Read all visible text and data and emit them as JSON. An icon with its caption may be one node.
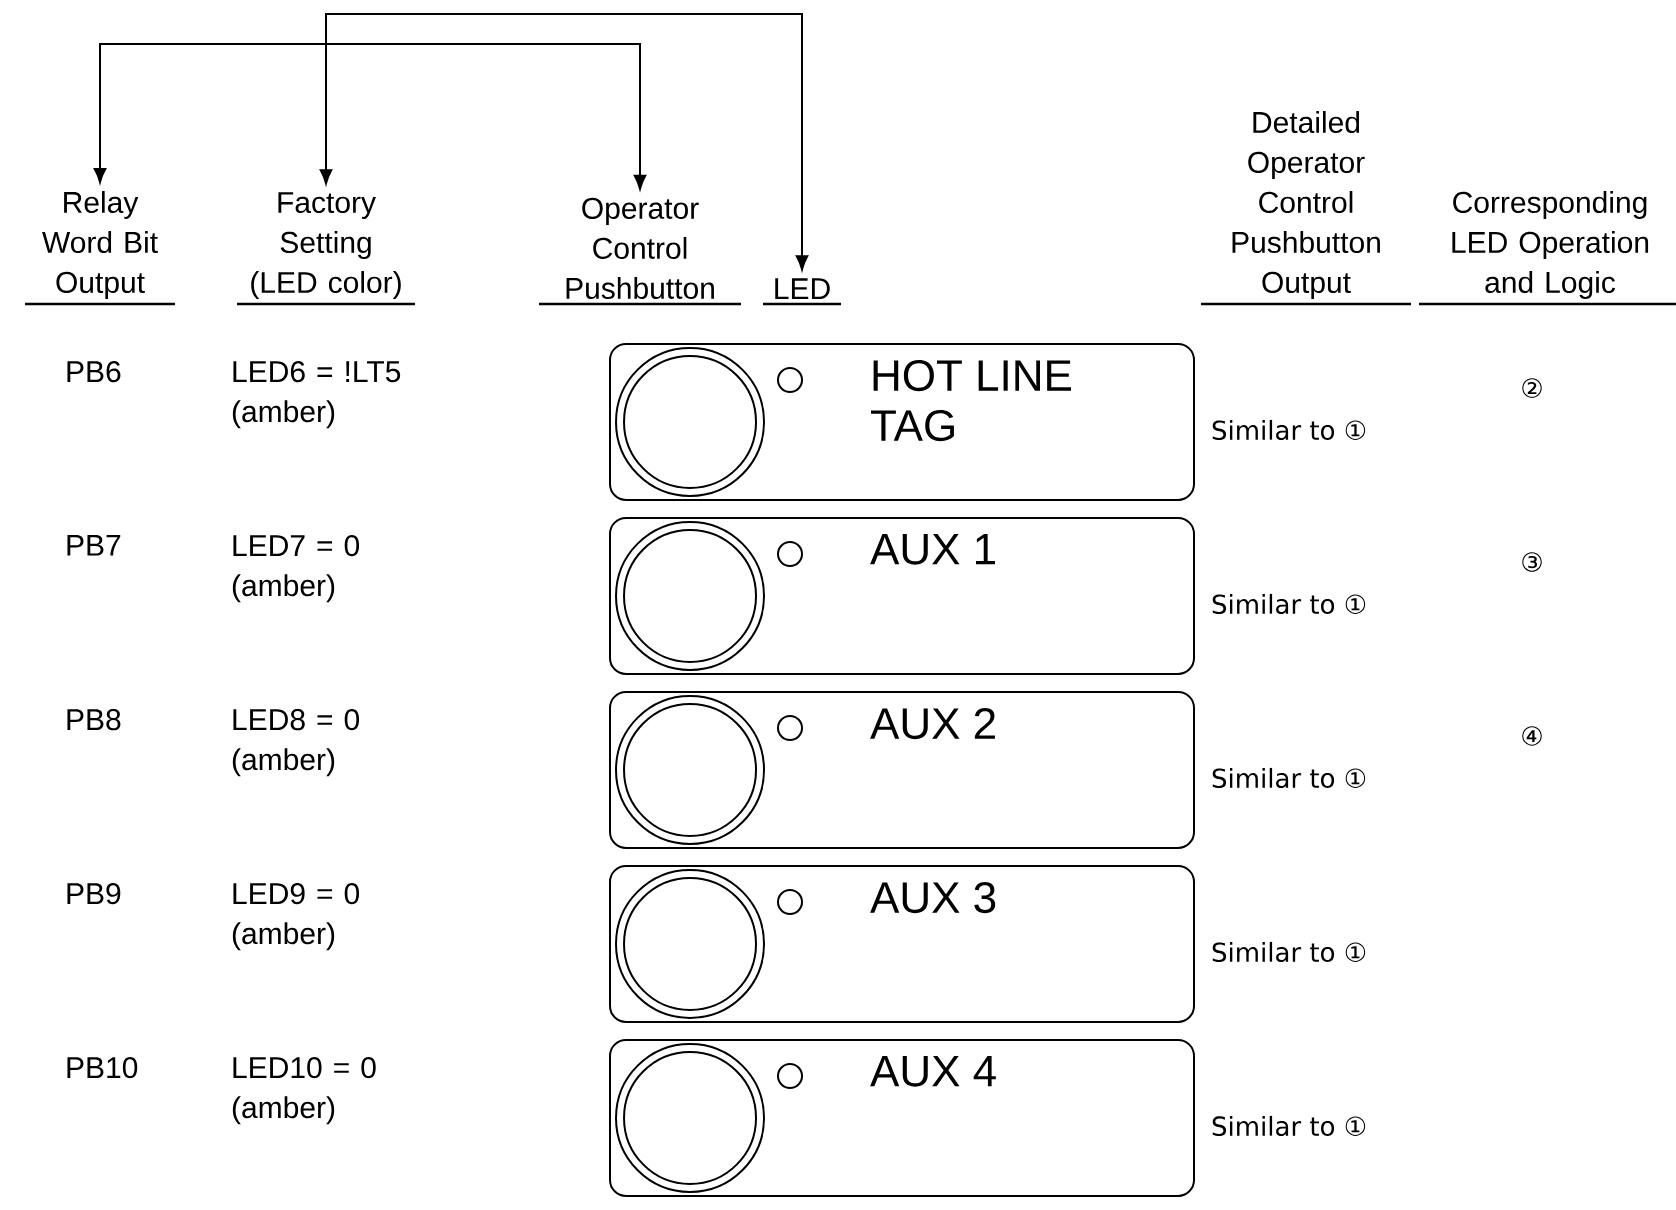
{
  "diagram": {
    "nodes": [
      {
        "text": [
          "Relay Word Bit Output"
        ]
      },
      {
        "text": [
          "Factory Setting (LED color)"
        ]
      },
      {
        "text": [
          "Operator Control Pushbutton"
        ]
      },
      {
        "text": [
          "LED"
        ]
      },
      {
        "text": [
          "Detailed Operator Control Pushbutton Output"
        ]
      },
      {
        "text": [
          "Corresponding LED Operation and Logic"
        ]
      },
      {
        "text": [
          "HOT LINE TAG"
        ],
        "beside": [
          "Similar to ①"
        ]
      },
      {
        "text": [
          "AUX 1"
        ],
        "beside": [
          "Similar to ①"
        ]
      },
      {
        "text": [
          "AUX 2"
        ],
        "beside": [
          "Similar to ①"
        ]
      },
      {
        "text": [
          "AUX 3"
        ],
        "beside": [
          "Similar to ①"
        ]
      },
      {
        "text": [
          "AUX 4"
        ],
        "beside": [
          "Similar to ①"
        ]
      }
    ],
    "edges": [
      {
        "from": 0,
        "to": 2,
        "arrow": "both"
      },
      {
        "from": 1,
        "to": 3,
        "arrow": "both"
      }
    ],
    "labels": [
      "PB6",
      "LED6 = !LT5 (amber)",
      "②",
      "PB7",
      "LED7 = 0 (amber)",
      "③",
      "PB8",
      "LED8 = 0 (amber)",
      "④",
      "PB9",
      "LED9 = 0 (amber)",
      "PB10",
      "LED10 = 0 (amber)"
    ]
  }
}
